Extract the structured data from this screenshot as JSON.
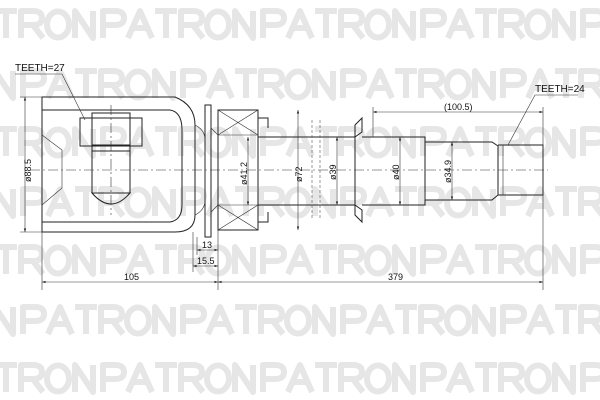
{
  "watermark": "PATRON",
  "labels": {
    "teeth_left": "TEETH=27",
    "teeth_right": "TEETH=24",
    "d_housing": "ø88.5",
    "d_boss": "ø41.2",
    "d_72": "ø72",
    "d_39": "ø39",
    "d_40": "ø40",
    "d_349": "ø34.9",
    "len_spline": "(100.5)",
    "w_13": "13",
    "w_155": "15.5",
    "len_105": "105",
    "len_379": "379"
  }
}
